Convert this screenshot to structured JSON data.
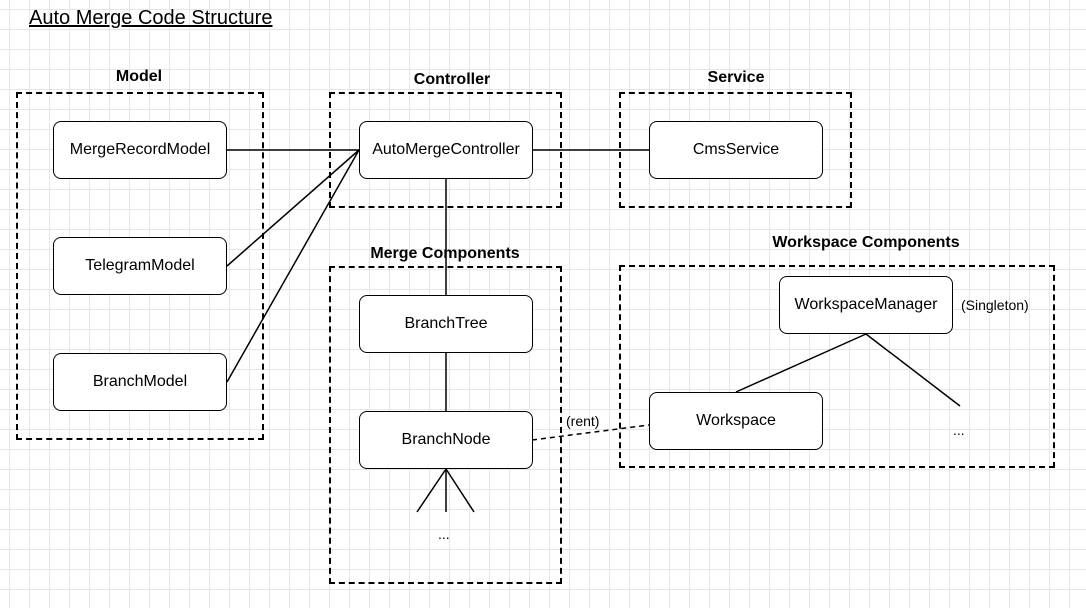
{
  "title": "Auto Merge Code Structure",
  "groups": {
    "model": "Model",
    "controller": "Controller",
    "service": "Service",
    "merge": "Merge Components",
    "workspace": "Workspace Components"
  },
  "nodes": {
    "merge_record_model": "MergeRecordModel",
    "telegram_model": "TelegramModel",
    "branch_model": "BranchModel",
    "auto_merge_controller": "AutoMergeController",
    "cms_service": "CmsService",
    "branch_tree": "BranchTree",
    "branch_node": "BranchNode",
    "workspace_manager": "WorkspaceManager",
    "workspace": "Workspace"
  },
  "notes": {
    "singleton": "(Singleton)",
    "rent": "(rent)",
    "branch_node_more": "...",
    "workspace_more": "..."
  }
}
